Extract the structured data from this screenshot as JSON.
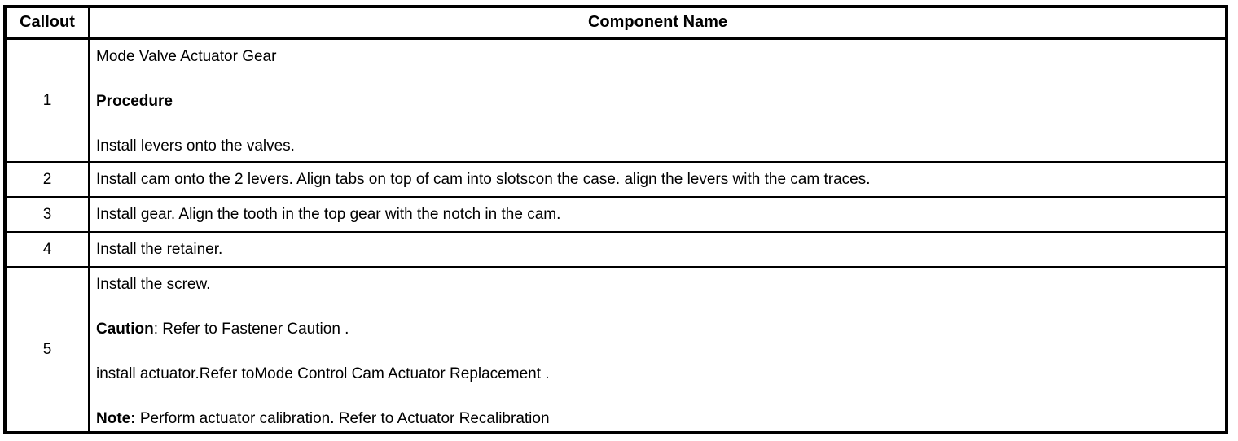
{
  "colors": {
    "border": "#000000",
    "background": "#ffffff",
    "text": "#000000"
  },
  "table": {
    "header": {
      "callout": "Callout",
      "component": "Component Name"
    },
    "rows": [
      {
        "callout": "1",
        "paragraphs": [
          {
            "bold": "",
            "text": "Mode Valve Actuator Gear"
          },
          {
            "bold": "Procedure",
            "text": ""
          },
          {
            "bold": "",
            "text": "Install levers onto the valves."
          }
        ]
      },
      {
        "callout": "2",
        "paragraphs": [
          {
            "bold": "",
            "text": "Install cam onto the 2 levers. Align tabs on top of cam into slotscon the case. align the levers with the cam traces."
          }
        ]
      },
      {
        "callout": "3",
        "paragraphs": [
          {
            "bold": "",
            "text": "Install gear. Align the tooth in the top gear with the notch in the cam."
          }
        ]
      },
      {
        "callout": "4",
        "paragraphs": [
          {
            "bold": "",
            "text": "Install the retainer."
          }
        ]
      },
      {
        "callout": "5",
        "paragraphs": [
          {
            "bold": "",
            "text": "Install the screw."
          },
          {
            "bold": "Caution",
            "text": ": Refer to Fastener Caution ."
          },
          {
            "bold": "",
            "text": "install actuator.Refer toMode Control Cam Actuator Replacement ."
          },
          {
            "bold": "Note:",
            "text": " Perform actuator calibration. Refer to Actuator Recalibration"
          }
        ]
      }
    ]
  }
}
